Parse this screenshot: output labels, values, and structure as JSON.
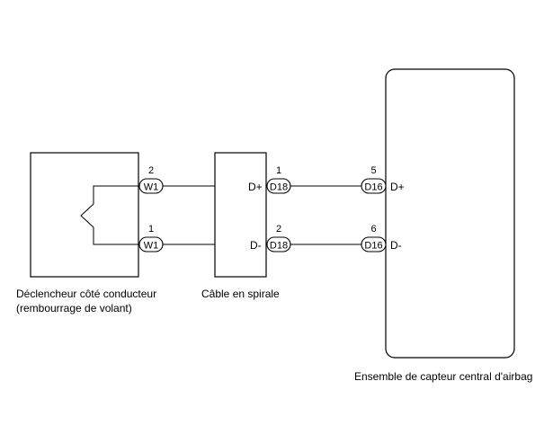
{
  "components": {
    "squib": {
      "label_line1": "Déclencheur côté conducteur",
      "label_line2": "(rembourrage de volant)"
    },
    "spiral_cable": {
      "label": "Câble en spirale"
    },
    "sensor": {
      "label": "Ensemble de capteur central d'airbag"
    }
  },
  "connectors": {
    "w1_top": {
      "id": "W1",
      "pin": "2"
    },
    "w1_bottom": {
      "id": "W1",
      "pin": "1"
    },
    "d18_top": {
      "id": "D18",
      "pin": "1",
      "signal": "D+"
    },
    "d18_bottom": {
      "id": "D18",
      "pin": "2",
      "signal": "D-"
    },
    "d16_top": {
      "id": "D16",
      "pin": "5",
      "signal": "D+"
    },
    "d16_bottom": {
      "id": "D16",
      "pin": "6",
      "signal": "D-"
    }
  }
}
